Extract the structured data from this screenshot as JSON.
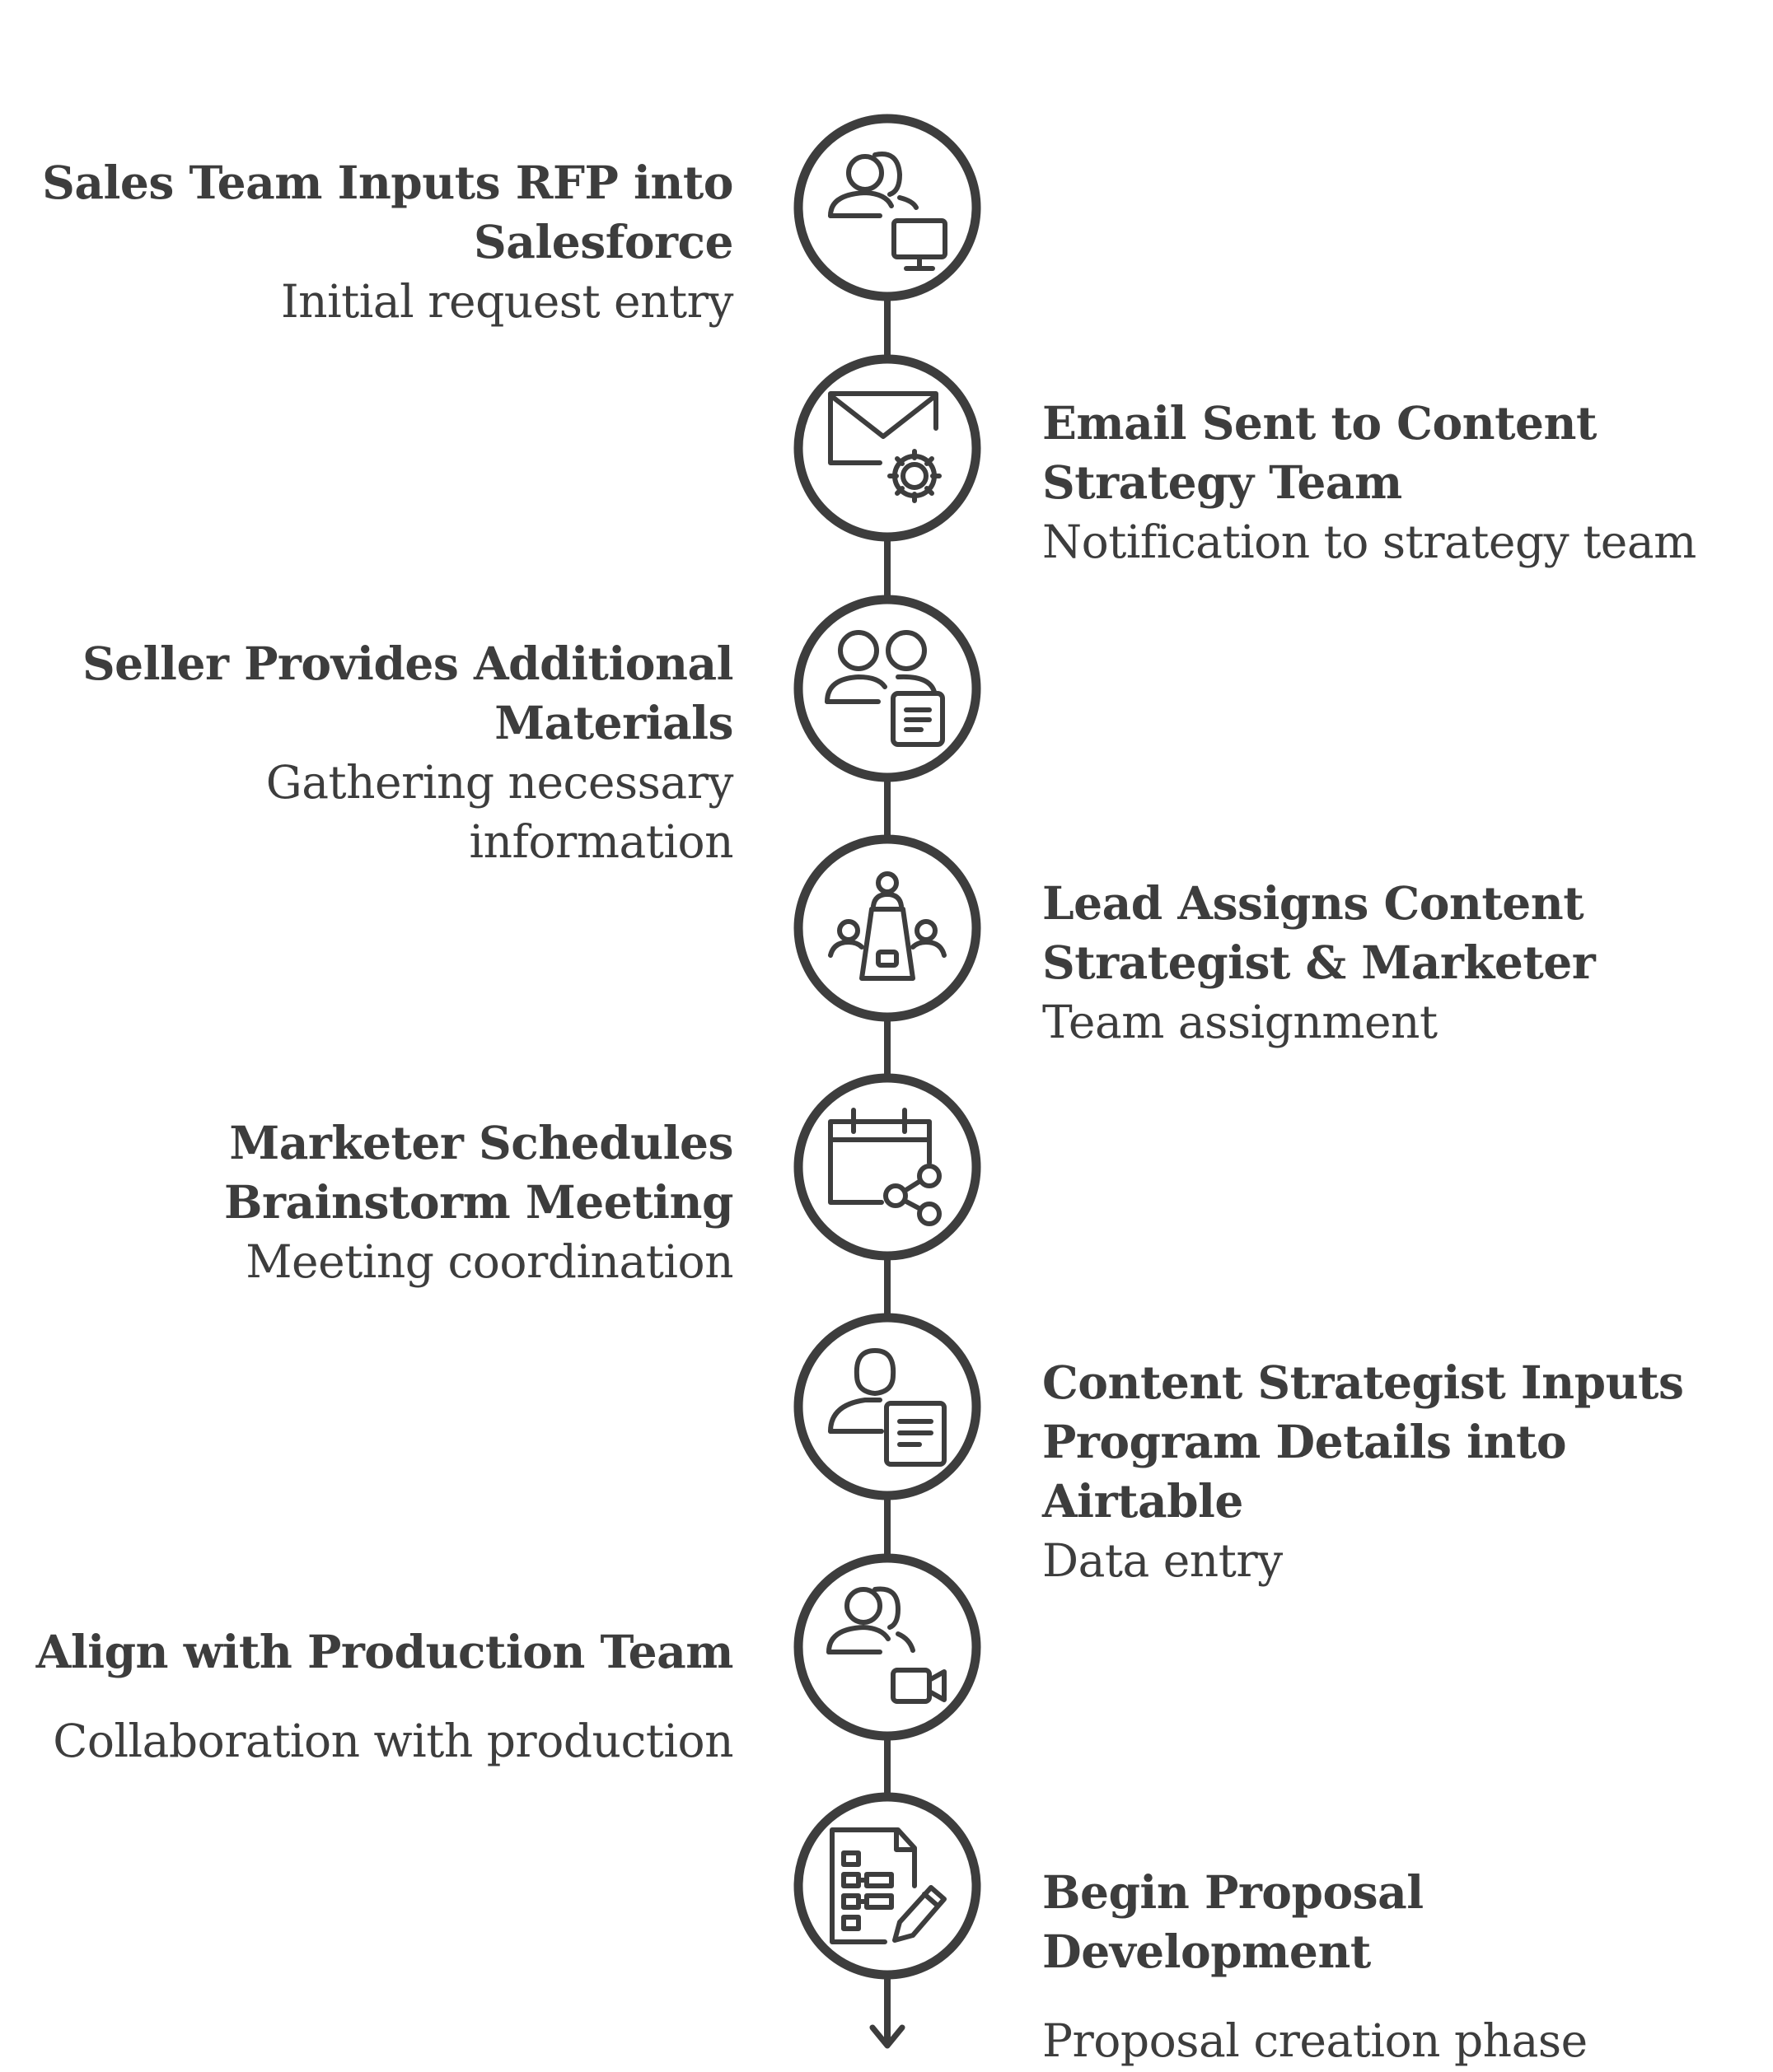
{
  "steps": [
    {
      "title": "Sales Team Inputs RFP into Salesforce",
      "description": "Initial request entry",
      "icon": "users-monitor-icon"
    },
    {
      "title": "Email Sent to Content Strategy Team",
      "description": "Notification to strategy team",
      "icon": "email-gear-icon"
    },
    {
      "title": "Seller Provides Additional Materials",
      "description": "Gathering necessary information",
      "icon": "users-document-icon"
    },
    {
      "title": "Lead Assigns Content Strategist & Marketer",
      "description": "Team assignment",
      "icon": "meeting-table-icon"
    },
    {
      "title": "Marketer Schedules Brainstorm Meeting",
      "description": "Meeting coordination",
      "icon": "calendar-share-icon"
    },
    {
      "title": "Content Strategist Inputs Program Details into Airtable",
      "description": "Data entry",
      "icon": "person-document-icon"
    },
    {
      "title": "Align with Production Team",
      "description": "Collaboration with production",
      "icon": "users-video-icon"
    },
    {
      "title": "Begin Proposal Development",
      "description": "Proposal creation phase",
      "icon": "document-pencil-icon"
    }
  ],
  "colors": {
    "stroke": "#3d3d3d",
    "background": "#ffffff"
  }
}
